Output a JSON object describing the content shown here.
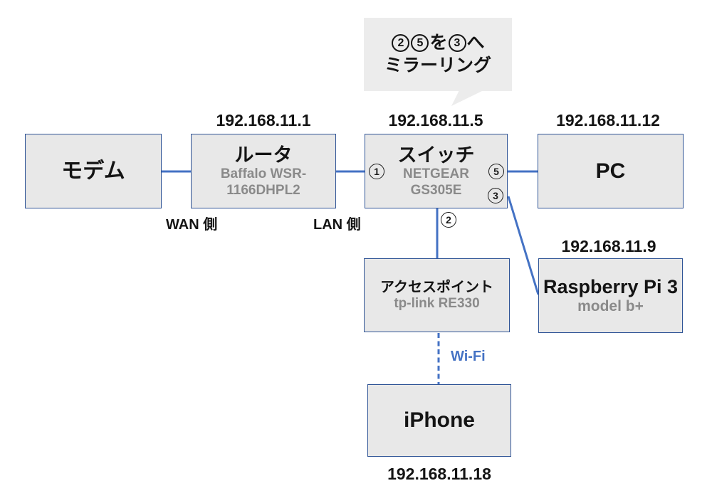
{
  "callout": {
    "from_port_a": "2",
    "from_port_b": "5",
    "joiner": "を",
    "to_port": "3",
    "suffix": "へ",
    "line2": "ミラーリング"
  },
  "nodes": {
    "modem": {
      "title": "モデム"
    },
    "router": {
      "title": "ルータ",
      "subtitle_line1": "Baffalo WSR-",
      "subtitle_line2": "1166DHPL2",
      "ip": "192.168.11.1"
    },
    "switch": {
      "title": "スイッチ",
      "subtitle_line1": "NETGEAR",
      "subtitle_line2": "GS305E",
      "ip": "192.168.11.5",
      "ports": {
        "p1": "1",
        "p2": "2",
        "p3": "3",
        "p5": "5"
      }
    },
    "pc": {
      "title": "PC",
      "ip": "192.168.11.12"
    },
    "access_point": {
      "title": "アクセスポイント",
      "subtitle": "tp-link RE330"
    },
    "raspberry_pi": {
      "title": "Raspberry Pi 3",
      "subtitle": "model b+",
      "ip": "192.168.11.9"
    },
    "iphone": {
      "title": "iPhone",
      "ip": "192.168.11.18"
    }
  },
  "labels": {
    "wan": "WAN 側",
    "lan": "LAN 側",
    "wifi": "Wi-Fi"
  },
  "colors": {
    "connector_blue": "#4472c4",
    "box_border_blue": "#2f5496",
    "box_fill_gray": "#e8e8e8",
    "callout_fill_gray": "#ececec",
    "subtitle_gray": "#8a8a8a",
    "text_black": "#141414"
  }
}
